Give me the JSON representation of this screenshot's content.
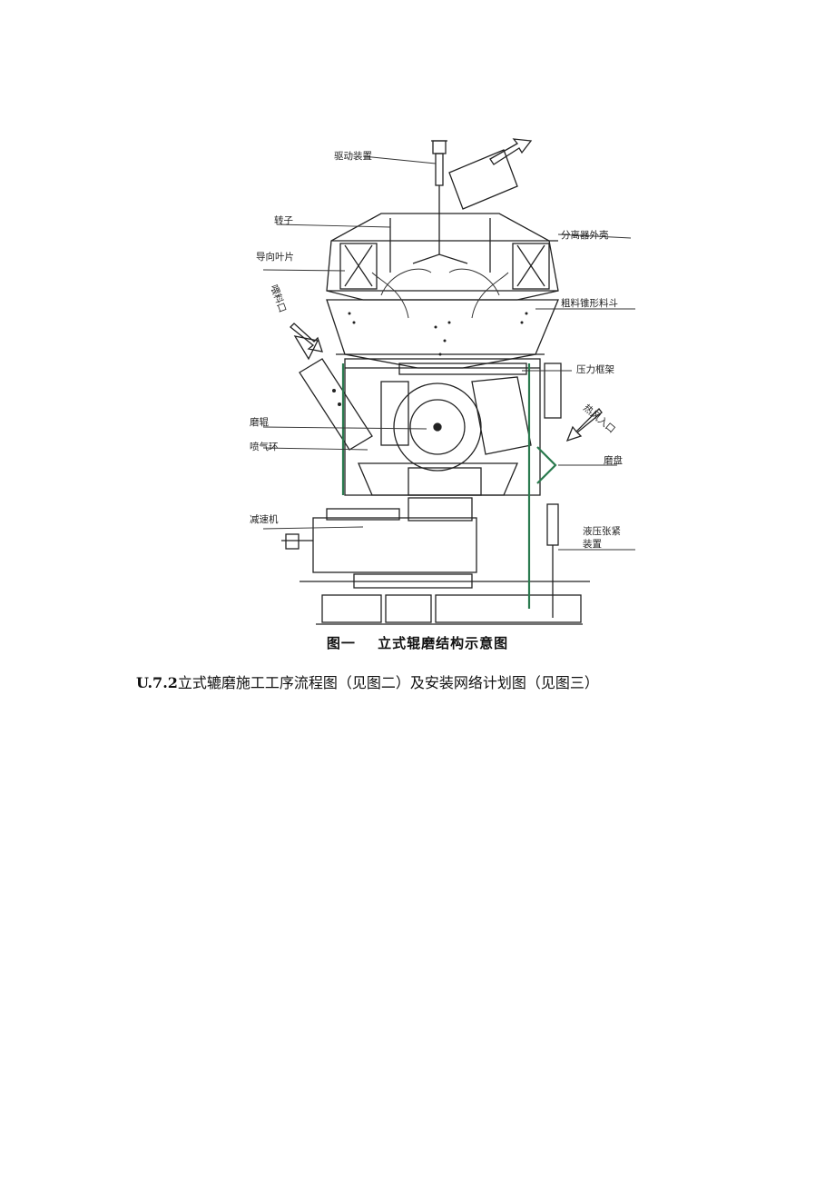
{
  "figure": {
    "caption_number": "图一",
    "caption_title": "立式辊磨结构示意图",
    "labels": {
      "drive": "驱动装置",
      "rotor": "转子",
      "separator_shell": "分离器外壳",
      "guide_vanes": "导向叶片",
      "feed_inlet": "喂料口",
      "coarse_hopper": "粗料锥形料斗",
      "pressure_frame": "压力框架",
      "hot_air": "热风入口",
      "roller": "磨辊",
      "nozzle_ring": "喷气环",
      "table": "磨盘",
      "reducer": "减速机",
      "hydraulic_1": "液压张紧",
      "hydraulic_2": "装置"
    }
  },
  "section": {
    "number": "U.7.2",
    "text": "立式辘磨施工工序流程图（见图二）及安装网络计划图（见图三）"
  }
}
